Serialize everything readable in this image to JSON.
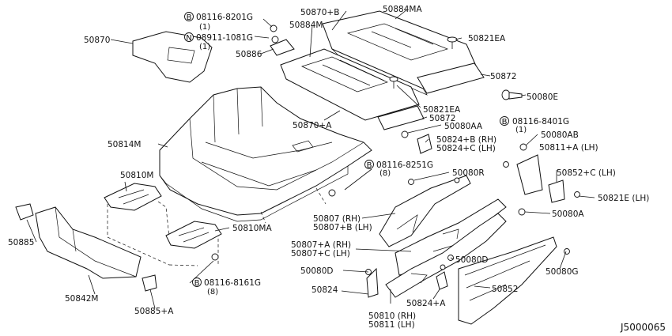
{
  "diagram_id": "J5000065",
  "labels": {
    "l50870": "50870",
    "l50870b": "50870+B",
    "l50884ma": "50884MA",
    "l50884m": "50884M",
    "l50821ea_top": "50821EA",
    "l08116_8201g": "08116-8201G",
    "l08116_8201g_qty": "(1)",
    "l08911_1081g": "08911-1081G",
    "l08911_1081g_qty": "(1)",
    "l50886": "50886",
    "l50872_top": "50872",
    "l50080e": "50080E",
    "l50821ea_mid": "50821EA",
    "l50872_mid": "50872",
    "l50870a": "50870+A",
    "l50080aa": "50080AA",
    "l08116_8401g": "08116-8401G",
    "l08116_8401g_qty": "(1)",
    "l50080ab": "50080AB",
    "l50824b": "50824+B (RH)",
    "l50824c": "50824+C (LH)",
    "l50811a": "50811+A (LH)",
    "l50814m": "50814M",
    "l08116_8251g": "08116-8251G",
    "l08116_8251g_qty": "(8)",
    "l50080r": "50080R",
    "l50810m": "50810M",
    "l50852c": "50852+C (LH)",
    "l50821e": "50821E (LH)",
    "l50080a": "50080A",
    "l50807rh": "50807 (RH)",
    "l50807b": "50807+B (LH)",
    "l50885": "50885",
    "l50810ma": "50810MA",
    "l50807a": "50807+A (RH)",
    "l50807c": "50807+C (LH)",
    "l50080d_a": "50080D",
    "l50080d_b": "50080D",
    "l50080g": "50080G",
    "l08116_8161g": "08116-8161G",
    "l08116_8161g_qty": "(8)",
    "l50842m": "50842M",
    "l50824": "50824",
    "l50824a": "50824+A",
    "l50852": "50852",
    "l50885a": "50885+A",
    "l50810rh": "50810 (RH)",
    "l50811lh": "50811 (LH)",
    "marker_b": "B",
    "marker_n": "N"
  }
}
